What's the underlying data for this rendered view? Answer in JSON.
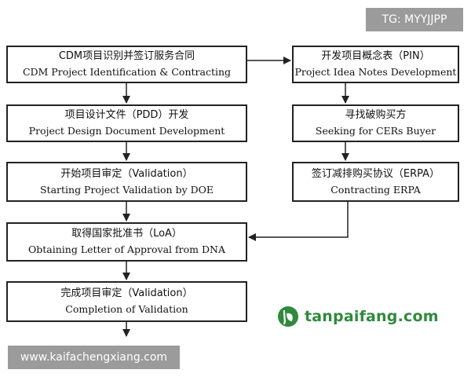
{
  "watermarks": {
    "tg": "TG: MYYJJPP",
    "url": "www.kaifachengxiang.com",
    "brand": "tanpaifang.com"
  },
  "left_steps": [
    {
      "zh": "CDM项目识别并签订服务合同",
      "en": "CDM Project Identification & Contracting"
    },
    {
      "zh": "项目设计文件（PDD）开发",
      "en": "Project Design Document Development"
    },
    {
      "zh": "开始项目审定（Validation）",
      "en": "Starting Project Validation by DOE"
    },
    {
      "zh": "取得国家批准书（LoA）",
      "en": "Obtaining Letter of Approval from DNA"
    },
    {
      "zh": "完成项目审定（Validation）",
      "en": "Completion of Validation"
    }
  ],
  "right_steps": [
    {
      "zh": "开发项目概念表（PIN）",
      "en": "Project Idea Notes Development"
    },
    {
      "zh": "寻找破购买方",
      "en": "Seeking for CERs Buyer"
    },
    {
      "zh": "签订减排购买协议（ERPA）",
      "en": "Contracting ERPA"
    }
  ],
  "colors": {
    "border": "#222222",
    "brand": "#2f8a3b",
    "watermark_bg": "#9b9b9b"
  }
}
